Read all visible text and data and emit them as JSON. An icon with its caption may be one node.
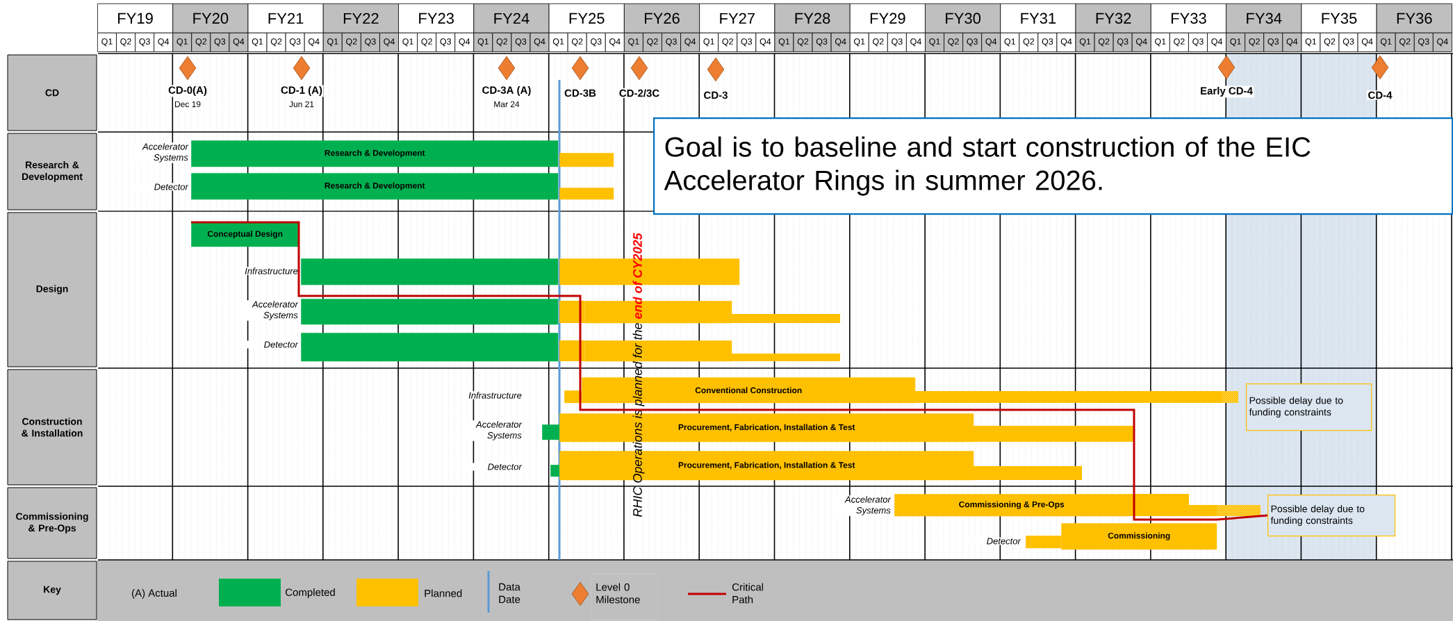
{
  "diagram": {
    "nodes": [
      {
        "text": [
          "CD"
        ]
      },
      {
        "text": [
          "Research & Development"
        ]
      },
      {
        "text": [
          "Design"
        ]
      },
      {
        "text": [
          "Construction & Installation"
        ]
      },
      {
        "text": [
          "Commissioning & Pre-Ops"
        ]
      },
      {
        "text": [
          "Key"
        ]
      },
      {
        "text": [],
        "shape": "diamond",
        "beside": [
          "CD-0(A)",
          "Dec 19"
        ]
      },
      {
        "text": [],
        "shape": "diamond",
        "beside": [
          "CD-1 (A)",
          "Jun 21"
        ]
      },
      {
        "text": [],
        "shape": "diamond",
        "beside": [
          "CD-3A (A)",
          "Mar 24"
        ]
      },
      {
        "text": [],
        "shape": "diamond",
        "beside": [
          "CD-3B"
        ]
      },
      {
        "text": [],
        "shape": "diamond",
        "beside": [
          "CD-2/3C"
        ]
      },
      {
        "text": [],
        "shape": "diamond",
        "beside": [
          "CD-3"
        ]
      },
      {
        "text": [],
        "shape": "diamond",
        "beside": [
          "Early CD-4"
        ]
      },
      {
        "text": [],
        "shape": "diamond",
        "beside": [
          "CD-4"
        ]
      },
      {
        "text": [
          "Goal is to baseline and start construction of the EIC Accelerator Rings in summer 2026."
        ]
      },
      {
        "text": [
          "Research & Development"
        ]
      },
      {
        "text": [],
        "shape": "bar"
      },
      {
        "text": [
          "Research & Development"
        ]
      },
      {
        "text": [],
        "shape": "bar"
      },
      {
        "text": [
          "Conceptual Design"
        ]
      },
      {
        "text": [],
        "shape": "bar"
      },
      {
        "text": [],
        "shape": "bar"
      },
      {
        "text": [],
        "shape": "bar"
      },
      {
        "text": [],
        "shape": "bar"
      },
      {
        "text": [],
        "shape": "bar"
      },
      {
        "text": [],
        "shape": "bar"
      },
      {
        "text": [],
        "shape": "bar"
      },
      {
        "text": [
          "Conventional Construction"
        ]
      },
      {
        "text": [
          "Possible delay due to funding constraints"
        ]
      },
      {
        "text": [],
        "shape": "bar"
      },
      {
        "text": [
          "Procurement, Fabrication, Installation & Test"
        ]
      },
      {
        "text": [],
        "shape": "bar"
      },
      {
        "text": [
          "Procurement, Fabrication, Installation & Test"
        ]
      },
      {
        "text": [
          "Commissioning & Pre-Ops"
        ]
      },
      {
        "text": [
          "Possible delay due to funding constraints"
        ]
      },
      {
        "text": [],
        "shape": "bar"
      },
      {
        "text": [
          "Commissioning"
        ]
      }
    ],
    "labels": [
      "FY19",
      "FY20",
      "FY21",
      "FY22",
      "FY23",
      "FY24",
      "FY25",
      "FY26",
      "FY27",
      "FY28",
      "FY29",
      "FY30",
      "FY31",
      "FY32",
      "FY33",
      "FY34",
      "FY35",
      "FY36",
      "Q1",
      "Q2",
      "Q3",
      "Q4",
      "Q1",
      "Q2",
      "Q3",
      "Q4",
      "Q1",
      "Q2",
      "Q3",
      "Q4",
      "Q1",
      "Q2",
      "Q3",
      "Q4",
      "Q1",
      "Q2",
      "Q3",
      "Q4",
      "Q1",
      "Q2",
      "Q3",
      "Q4",
      "Q1",
      "Q2",
      "Q3",
      "Q4",
      "Q1",
      "Q2",
      "Q3",
      "Q4",
      "Q1",
      "Q2",
      "Q3",
      "Q4",
      "Q1",
      "Q2",
      "Q3",
      "Q4",
      "Q1",
      "Q2",
      "Q3",
      "Q4",
      "Q1",
      "Q2",
      "Q3",
      "Q4",
      "Q1",
      "Q2",
      "Q3",
      "Q4",
      "Q1",
      "Q2",
      "Q3",
      "Q4",
      "Q1",
      "Q2",
      "Q3",
      "Q4",
      "Q1",
      "Q2",
      "Q3",
      "Q4",
      "Q1",
      "Q2",
      "Q3",
      "Q4",
      "Q1",
      "Q2",
      "Q3",
      "Q4",
      "Accelerator Systems",
      "Detector",
      "Infrastructure",
      "Accelerator Systems",
      "Detector",
      "RHIC Operations is planned for the **end of CY2025**",
      "Infrastructure",
      "Accelerator Systems",
      "Detector",
      "Accelerator Systems",
      "Detector",
      "(A) Actual"
    ],
    "edges": [
      {
        "from": 19,
        "to": 34,
        "arrow": "none",
        "color": "#c00000"
      }
    ],
    "legend": [
      {
        "text": "Completed",
        "color": "#00b050"
      },
      {
        "text": "Planned",
        "color": "#ffc000"
      },
      {
        "text": "Data Date"
      },
      {
        "text": "Level 0 Milestone"
      },
      {
        "text": "Critical Path"
      }
    ]
  }
}
